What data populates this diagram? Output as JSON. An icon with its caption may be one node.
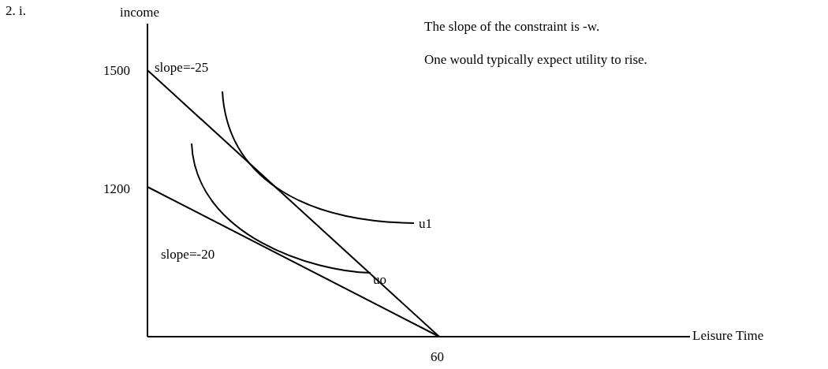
{
  "diagram": {
    "labels": [
      "2. i.",
      "income",
      "The slope of the constraint is -w.",
      "One would typically expect utility to rise.",
      "1500",
      "slope=-25",
      "1200",
      "u1",
      "slope=-20",
      "uo",
      "Leisure Time",
      "60"
    ]
  }
}
